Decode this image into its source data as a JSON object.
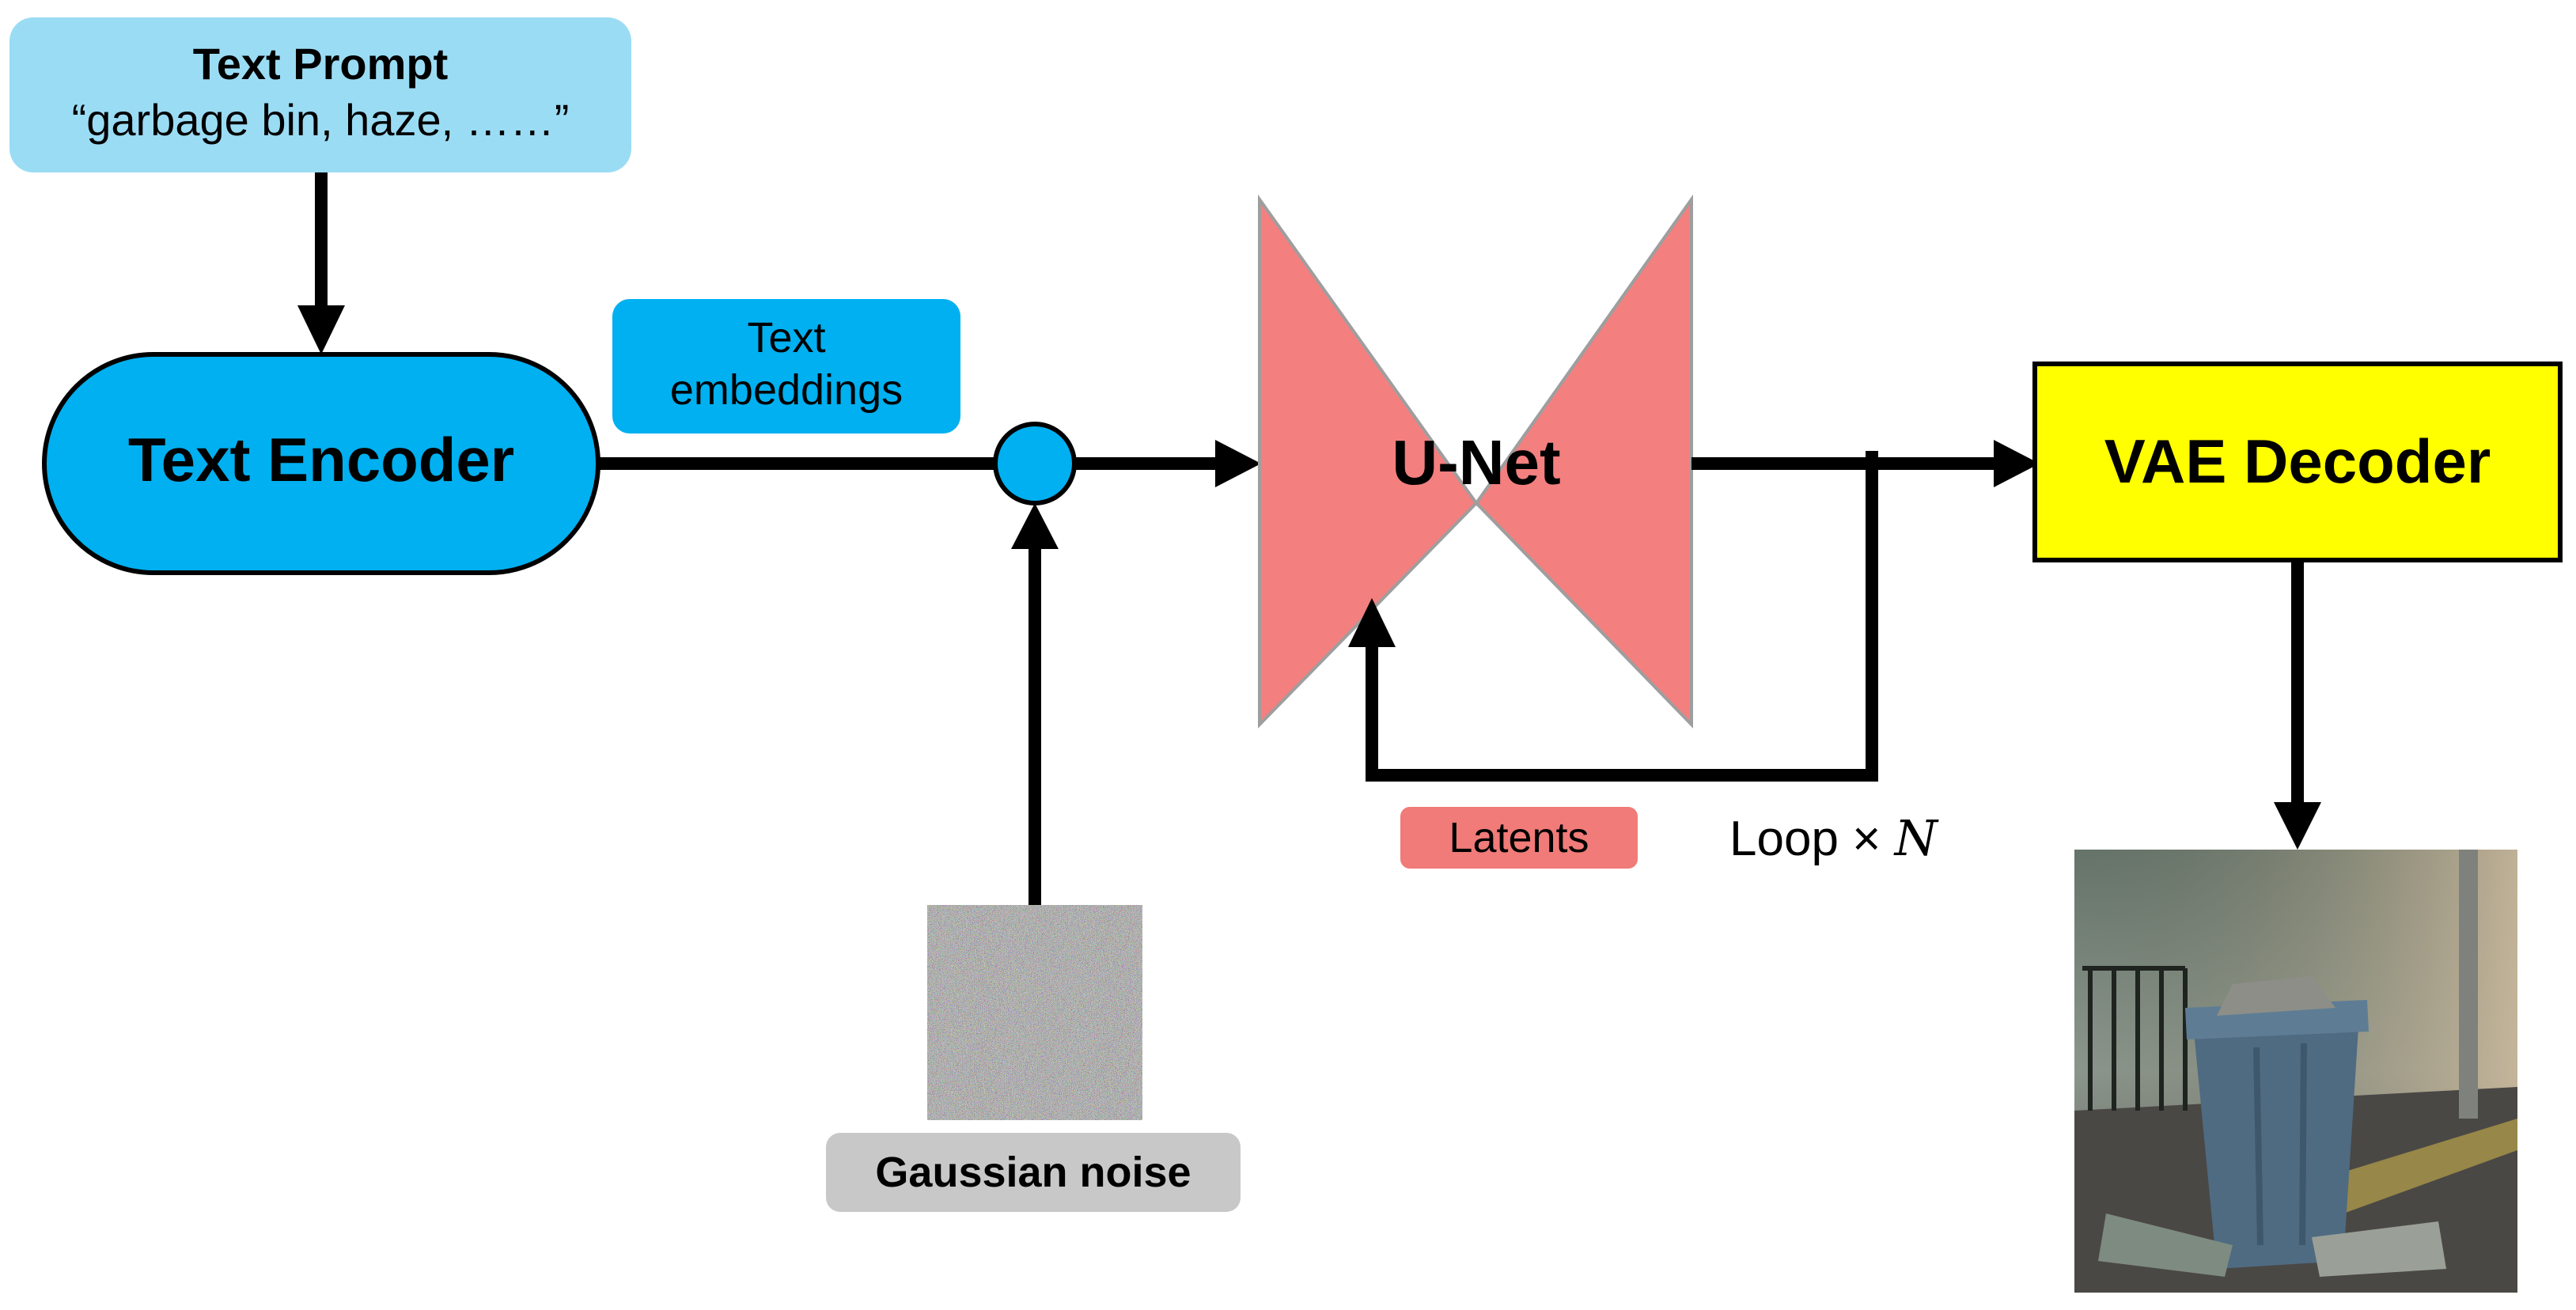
{
  "prompt": {
    "title": "Text Prompt",
    "text": "“garbage bin, haze, ……”"
  },
  "encoder": {
    "label": "Text Encoder"
  },
  "embeddings": {
    "line1": "Text",
    "line2": "embeddings"
  },
  "unet": {
    "label": "U-Net"
  },
  "latents": {
    "label": "Latents"
  },
  "loop": {
    "label": "Loop × ",
    "n": "N"
  },
  "decoder": {
    "label": "VAE Decoder"
  },
  "noise": {
    "label": "Gaussian noise"
  },
  "colors": {
    "encoder": "#00b0f0",
    "prompt": "#9bdcf5",
    "unet": "#f47f7f",
    "decoder": "#ffff00",
    "noise_label": "#c8c8c8",
    "arrow": "#000000"
  }
}
